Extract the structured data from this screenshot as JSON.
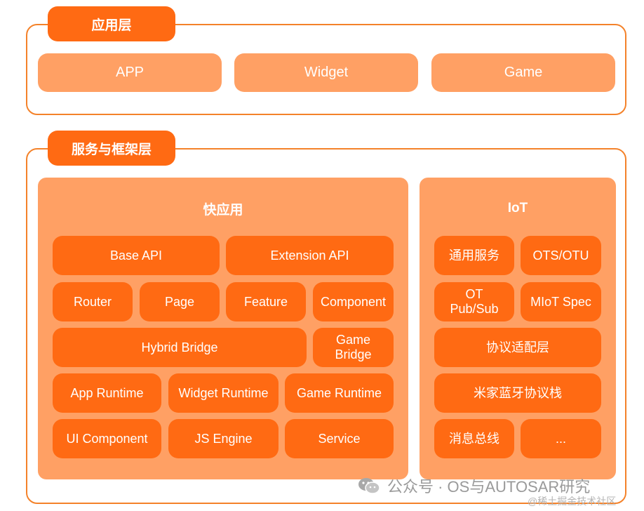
{
  "app_layer": {
    "title": "应用层",
    "items": [
      "APP",
      "Widget",
      "Game"
    ]
  },
  "service_layer": {
    "title": "服务与框架层",
    "quickapp": {
      "title": "快应用",
      "base_api": "Base API",
      "extension_api": "Extension API",
      "router": "Router",
      "page": "Page",
      "feature": "Feature",
      "component": "Component",
      "hybrid_bridge": "Hybrid Bridge",
      "game_bridge_1": "Game",
      "game_bridge_2": "Bridge",
      "app_runtime": "App Runtime",
      "widget_runtime": "Widget Runtime",
      "game_runtime": "Game Runtime",
      "ui_component": "UI Component",
      "js_engine": "JS Engine",
      "service": "Service"
    },
    "iot": {
      "title": "IoT",
      "general_service": "通用服务",
      "ots_otu": "OTS/OTU",
      "ot_pubsub_1": "OT",
      "ot_pubsub_2": "Pub/Sub",
      "miot_spec": "MIoT Spec",
      "protocol_adapter": "协议适配层",
      "mijia_bt_stack": "米家蓝牙协议栈",
      "message_bus": "消息总线",
      "more": "..."
    }
  },
  "watermark": {
    "line1": "公众号 · OS与AUTOSAR研究",
    "line2": "@稀土掘金技术社区",
    "icon": "wechat-icon"
  }
}
